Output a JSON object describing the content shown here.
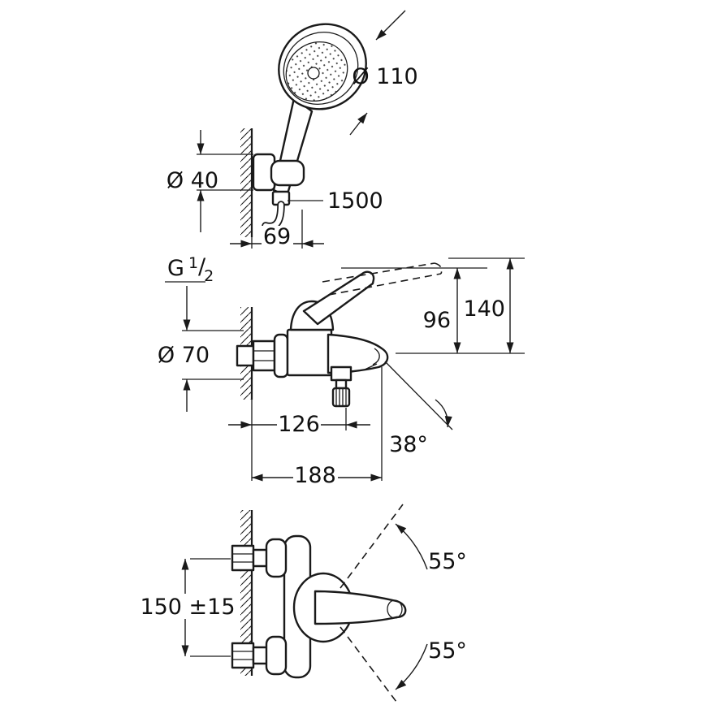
{
  "colors": {
    "background": "#ffffff",
    "line": "#1a1a1a"
  },
  "top_view": {
    "head_diameter": "Ø 110",
    "holder_diameter": "Ø 40",
    "hose_length": "1500",
    "wall_offset": "69"
  },
  "side_view": {
    "thread": {
      "prefix": "G",
      "numerator": "1",
      "slash": "/",
      "denominator": "2"
    },
    "escutcheon_diameter": "Ø 70",
    "spout_height": "96",
    "overall_height": "140",
    "diverter_offset": "126",
    "spout_angle": "38°",
    "projection": "188"
  },
  "front_view": {
    "inlet_distance": "150 ±15",
    "lever_swing_up": "55°",
    "lever_swing_down": "55°"
  }
}
